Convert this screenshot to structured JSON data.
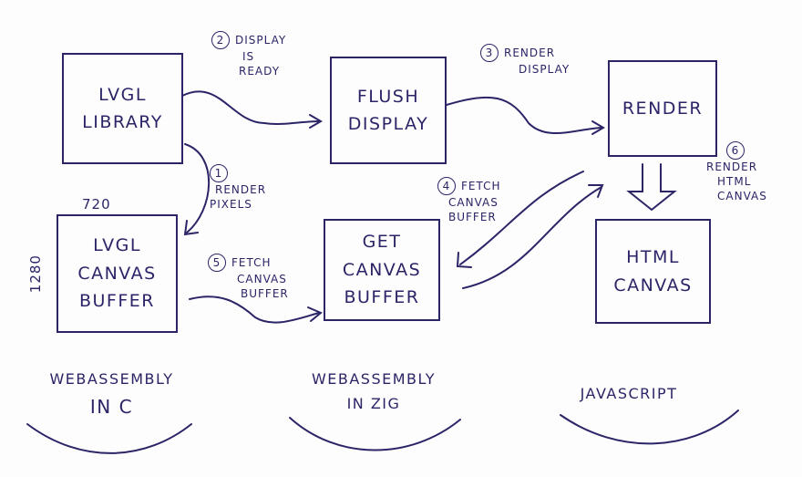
{
  "colors": {
    "ink": "#2b2568",
    "background": "#fdfdfd"
  },
  "boxes": {
    "lvgl_library": [
      "LVGL",
      "LIBRARY"
    ],
    "flush_display": [
      "FLUSH",
      "DISPLAY"
    ],
    "render": [
      "RENDER"
    ],
    "lvgl_canvas_buffer": [
      "LVGL",
      "CANVAS",
      "BUFFER"
    ],
    "get_canvas_buffer": [
      "GET",
      "CANVAS",
      "BUFFER"
    ],
    "html_canvas": [
      "HTML",
      "CANVAS"
    ]
  },
  "dimensions": {
    "width": "720",
    "height": "1280"
  },
  "steps": [
    {
      "num": "1",
      "lines": [
        "RENDER",
        "PIXELS"
      ]
    },
    {
      "num": "2",
      "lines": [
        "DISPLAY",
        "IS",
        "READY"
      ]
    },
    {
      "num": "3",
      "lines": [
        "RENDER",
        "DISPLAY"
      ]
    },
    {
      "num": "4",
      "lines": [
        "FETCH",
        "CANVAS",
        "BUFFER"
      ]
    },
    {
      "num": "5",
      "lines": [
        "FETCH",
        "CANVAS",
        "BUFFER"
      ]
    },
    {
      "num": "6",
      "lines": [
        "RENDER",
        "HTML",
        "CANVAS"
      ]
    }
  ],
  "groups": [
    {
      "lines": [
        "WEBASSEMBLY",
        "IN  C"
      ]
    },
    {
      "lines": [
        "WEBASSEMBLY",
        "IN  ZIG"
      ]
    },
    {
      "lines": [
        "JAVASCRIPT"
      ]
    }
  ]
}
